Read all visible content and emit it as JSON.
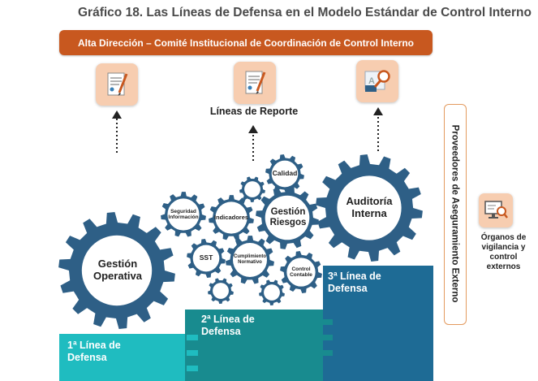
{
  "title": "Gráfico 18. Las Líneas de Defensa en el Modelo Estándar de Control Interno",
  "banner": "Alta Dirección – Comité Institucional de Coordinación de Control Interno",
  "reporting_label": "Líneas de Reporte",
  "gears": {
    "operativa": [
      "Gestión",
      "Operativa"
    ],
    "auditoria": [
      "Auditoría",
      "Interna"
    ],
    "riesgos": [
      "Gestión",
      "Riesgos"
    ],
    "seguridad": [
      "Seguridad",
      "Información"
    ],
    "indicadores": "Indicadores",
    "calidad": "Calidad",
    "sst": "SST",
    "cumplimiento": [
      "Cumplimiento",
      "Normativo"
    ],
    "control_contable": [
      "Control",
      "Contable"
    ]
  },
  "steps": {
    "first": [
      "1ª Línea de",
      "Defensa"
    ],
    "second": [
      "2ª Línea de",
      "Defensa"
    ],
    "third": [
      "3ª Línea de",
      "Defensa"
    ]
  },
  "external_providers": "Proveedores de Aseguramiento Externo",
  "oversight": [
    "Órganos de",
    "vigilancia y",
    "control",
    "externos"
  ],
  "icons": [
    "document-pen-icon",
    "document-pen-icon",
    "audit-magnifier-icon",
    "monitor-magnifier-icon"
  ],
  "colors": {
    "banner": "#c8581f",
    "tile": "#f7cdb0",
    "gear_outer": "#2e5f86",
    "gear_fill": "#ffffff",
    "first_line": "#1fbcc0",
    "second_line": "#188b8f",
    "third_line": "#1e6b95",
    "frame": "#e39a5e"
  }
}
